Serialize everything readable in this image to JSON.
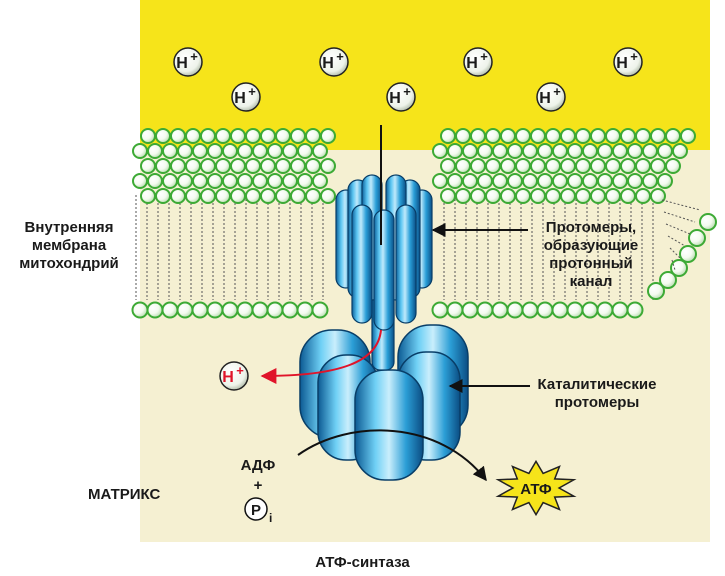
{
  "labels": {
    "membrane": [
      "Внутренняя",
      "мембрана",
      "митохондрий"
    ],
    "channel_protomers": [
      "Протомеры,",
      "образующие",
      "протонный",
      "канал"
    ],
    "catalytic_protomers": [
      "Каталитические",
      "протомеры"
    ],
    "matrix": "МАТРИКС",
    "adp": "АДФ",
    "plus": "+",
    "phosphate": "P",
    "phosphate_sub": "i",
    "atp": "АТФ",
    "caption": "АТФ-синтаза"
  },
  "ion": {
    "symbol": "H",
    "charge": "+"
  },
  "colors": {
    "intermembrane_space": "#f6e41a",
    "matrix": "#f5f0d2",
    "lipid_head": "#3daa35",
    "enzyme": "#2aa6df",
    "ion_arrow": "#e0142a",
    "atp_star": "#f6e41a"
  }
}
